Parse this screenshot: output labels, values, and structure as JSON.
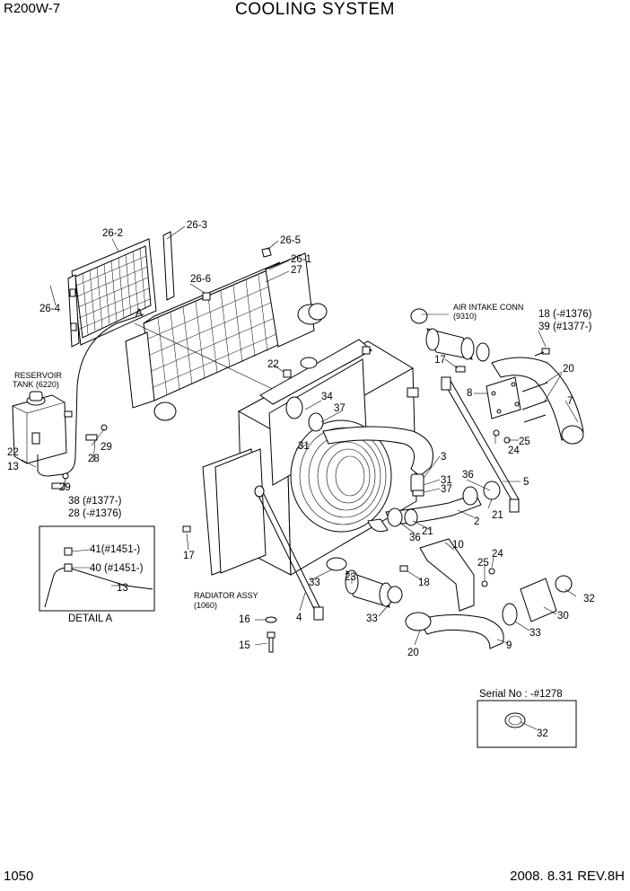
{
  "header": {
    "model": "R200W-7",
    "title": "COOLING SYSTEM"
  },
  "footer": {
    "page_number": "1050",
    "date_rev": "2008. 8.31  REV.8H"
  },
  "labels": {
    "p26_2": "26-2",
    "p26_3": "26-3",
    "p26_5": "26-5",
    "p26_1": "26-1",
    "p27": "27",
    "p26_4": "26-4",
    "p26_6": "26-6",
    "pA": "A",
    "air_intake_1": "AIR INTAKE CONN",
    "air_intake_2": "(9310)",
    "p18": "18 (-#1376)",
    "p39": "39 (#1377-)",
    "reservoir_1": "RESERVOIR",
    "reservoir_2": "TANK (6220)",
    "p22a": "22",
    "p17a": "17",
    "p20a": "20",
    "p7": "7",
    "p8": "8",
    "p34": "34",
    "p37a": "37",
    "p24a": "24",
    "p25a": "25",
    "p22b": "22",
    "p13a": "13",
    "p29a": "29",
    "p28a": "28",
    "p31a": "31",
    "p3": "3",
    "p31b": "31",
    "p37b": "37",
    "p36a": "36",
    "p5": "5",
    "p29b": "29",
    "p38": "38 (#1377-)",
    "p28b": "28 (-#1376)",
    "p2": "2",
    "p21a": "21",
    "p21b": "21",
    "p36b": "36",
    "p17b": "17",
    "p10": "10",
    "p24b": "24",
    "p25b": "25",
    "p41": "41(#1451-)",
    "p40": "40 (#1451-)",
    "p13b": "13",
    "detail_a": "DETAIL A",
    "p33a": "33",
    "p23": "23",
    "p18b": "18",
    "p32a": "32",
    "radiator_1": "RADIATOR ASSY",
    "radiator_2": "(1060)",
    "p4": "4",
    "p33b": "33",
    "p30": "30",
    "p16": "16",
    "p20b": "20",
    "p9": "9",
    "p33c": "33",
    "p15": "15",
    "serial": "Serial No : -#1278",
    "p32b": "32"
  }
}
